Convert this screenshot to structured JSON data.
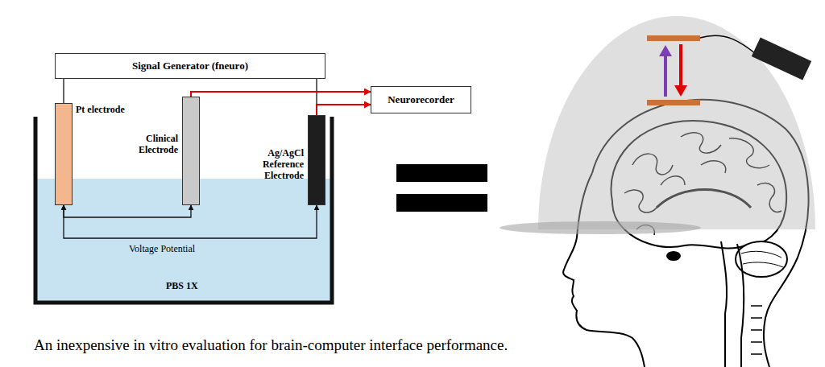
{
  "diagram": {
    "caption": "An inexpensive in vitro evaluation for brain-computer interface performance.",
    "nodes": [
      {
        "text": [
          "Signal Generator (fneuro)"
        ]
      },
      {
        "text": [
          "Neurorecorder"
        ]
      },
      {
        "text": [
          "Pt electrode"
        ]
      },
      {
        "text": [
          "Clinical Electrode"
        ]
      },
      {
        "text": [
          "Ag/AgCl Reference Electrode"
        ]
      }
    ],
    "edges": [
      {
        "from": 0,
        "to": 2,
        "arrow": "none"
      },
      {
        "from": 0,
        "to": 4,
        "arrow": "none"
      },
      {
        "from": 3,
        "to": 1,
        "arrow": "to"
      },
      {
        "from": 4,
        "to": 1,
        "arrow": "to"
      },
      {
        "from": 2,
        "to": 3,
        "arrow": "both"
      },
      {
        "from": 2,
        "to": 4,
        "arrow": "both",
        "label": "Voltage Potential"
      }
    ],
    "labels": [
      "PBS 1X"
    ]
  }
}
